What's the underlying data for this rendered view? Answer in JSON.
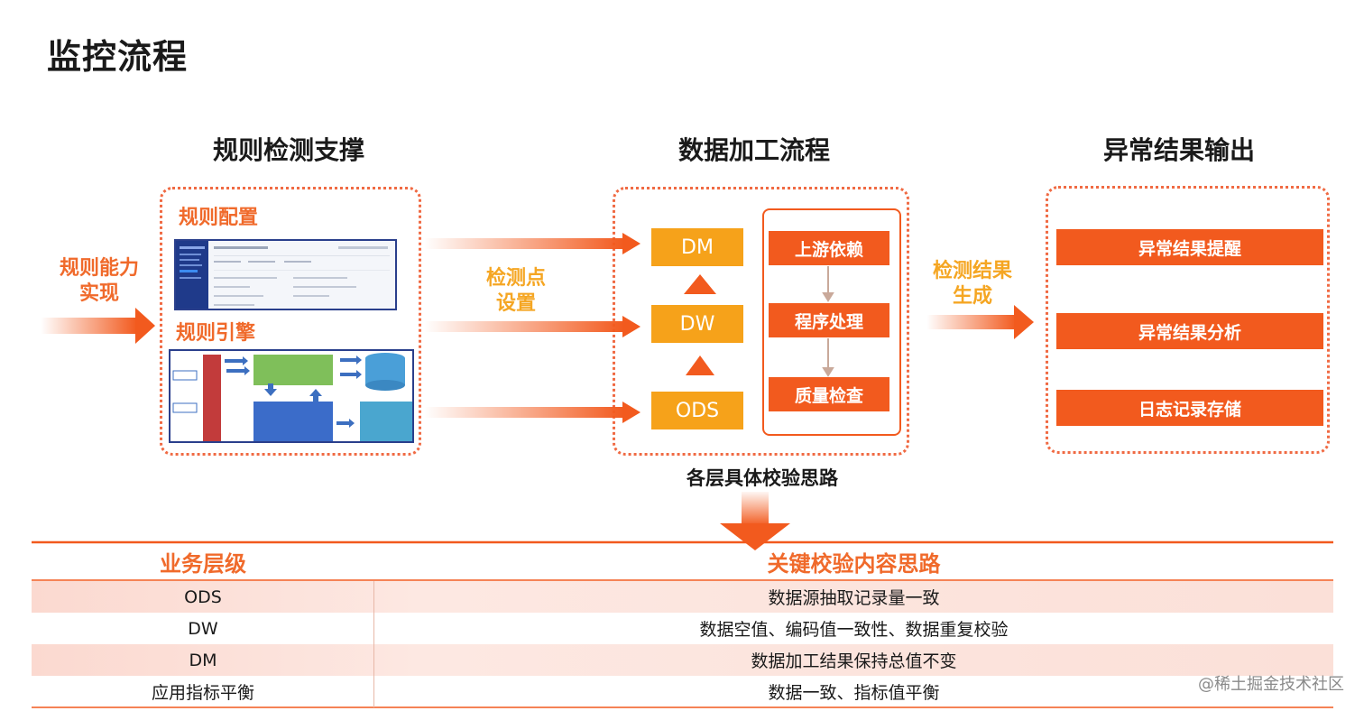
{
  "title": "监控流程",
  "sections": {
    "rule": "规则检测支撑",
    "process": "数据加工流程",
    "output": "异常结果输出"
  },
  "left": {
    "capability": "规则能力\n实现",
    "config": "规则配置",
    "engine": "规则引擎"
  },
  "middle": {
    "checkpoint": "检测点\n设置",
    "layers": [
      "DM",
      "DW",
      "ODS"
    ],
    "steps": [
      "上游依赖",
      "程序处理",
      "质量检查"
    ],
    "caption": "各层具体校验思路"
  },
  "right": {
    "result_label": "检测结果\n生成",
    "outputs": [
      "异常结果提醒",
      "异常结果分析",
      "日志记录存储"
    ]
  },
  "table": {
    "header_left": "业务层级",
    "header_right": "关键校验内容思路",
    "rows": [
      {
        "level": "ODS",
        "content": "数据源抽取记录量一致"
      },
      {
        "level": "DW",
        "content": "数据空值、编码值一致性、数据重复校验"
      },
      {
        "level": "DM",
        "content": "数据加工结果保持总值不变"
      },
      {
        "level": "应用指标平衡",
        "content": "数据一致、指标值平衡"
      }
    ]
  },
  "watermark": "@稀土掘金技术社区",
  "colors": {
    "accent": "#f25a1e",
    "layer": "#f6a21a",
    "dotted": "#f06a43",
    "thumb_border": "#2a3f8c"
  }
}
